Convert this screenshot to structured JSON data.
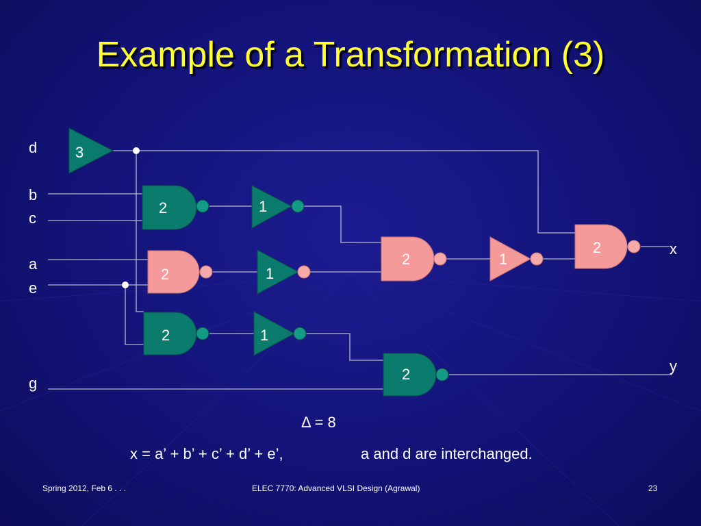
{
  "title": "Example of a Transformation (3)",
  "inputs": {
    "d": "d",
    "b": "b",
    "c": "c",
    "a": "a",
    "e": "e",
    "g": "g"
  },
  "outputs": {
    "x": "x",
    "y": "y"
  },
  "gates": {
    "buf_d": "3",
    "nand_bc": "2",
    "inv_bc": "1",
    "nand_ae": "2",
    "inv_ae": "1",
    "nand_de": "2",
    "inv_de": "1",
    "nand_mid": "2",
    "inv_mid": "1",
    "nand_x": "2",
    "nand_y": "2"
  },
  "delta": "Δ = 8",
  "expression": "x = a’ + b’ + c’ + d’ + e’,",
  "note": "a and d are interchanged.",
  "footer": {
    "left": "Spring 2012, Feb 6 . . .",
    "center": "ELEC 7770: Advanced VLSI Design (Agrawal)",
    "page": "23"
  },
  "colors": {
    "background": "#131378",
    "title": "#ffff33",
    "gate_teal": "#0b7b6e",
    "gate_pink": "#f49a9a",
    "wire": "#b8b8c8"
  }
}
